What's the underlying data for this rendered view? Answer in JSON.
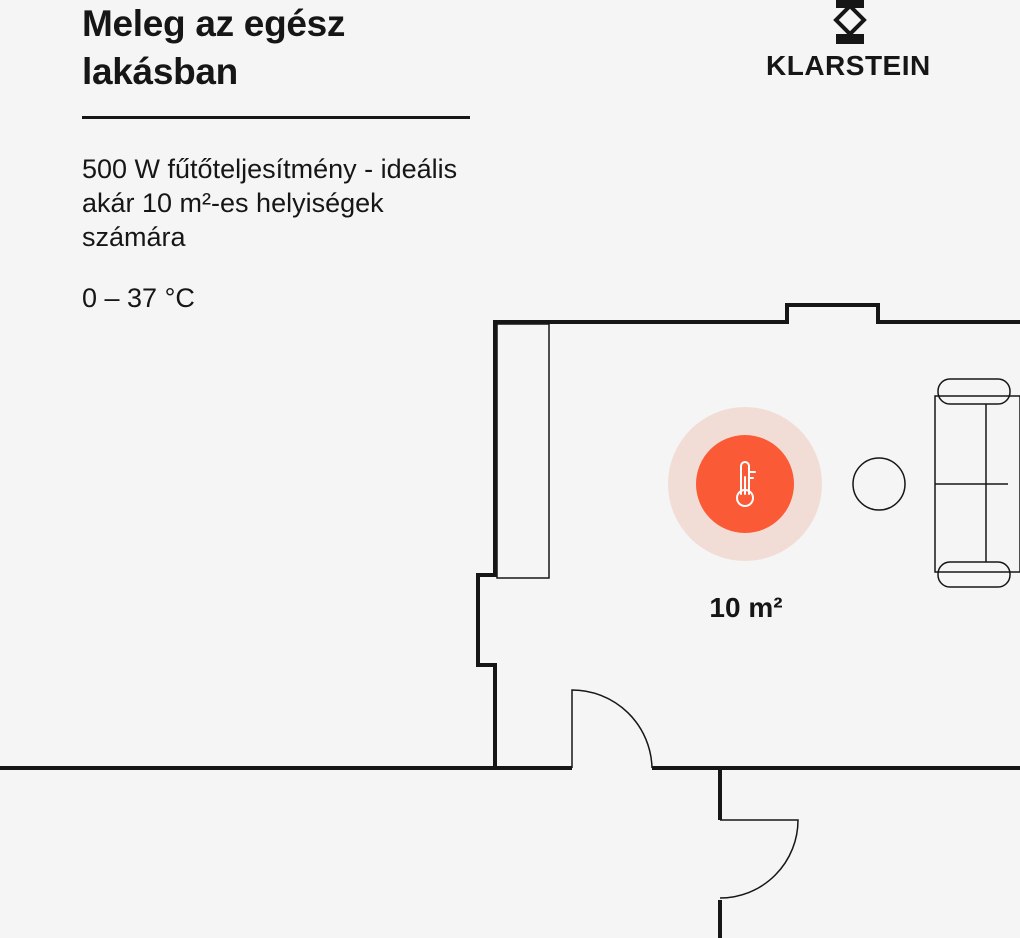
{
  "headline": "Meleg az egész lakásban",
  "description": "500 W fűtőteljesítmény - ideális akár 10 m²-es helyiségek számára",
  "temperature_range": "0 – 37 °C",
  "brand": {
    "name": "KLARSTEIN"
  },
  "floorplan": {
    "area_label": "10 m²",
    "heater_icon": "thermometer-icon"
  },
  "colors": {
    "accent": "#fb5a36",
    "glow": "#f2ddd6",
    "ink": "#161616",
    "background": "#f5f5f5"
  }
}
